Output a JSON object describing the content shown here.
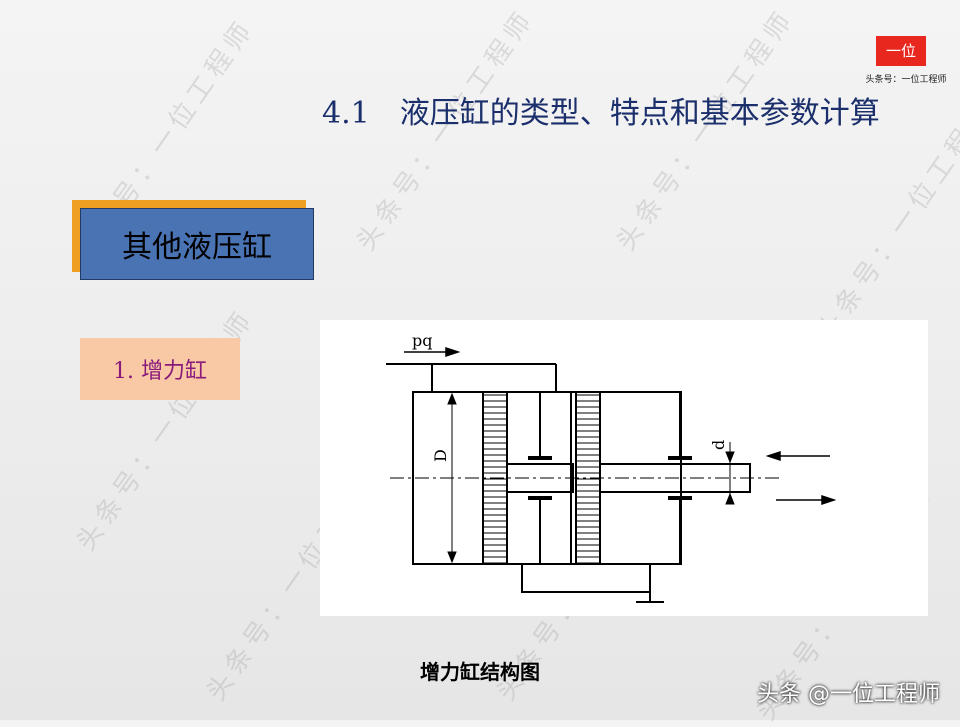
{
  "header": {
    "title": "4.1　液压缸的类型、特点和基本参数计算"
  },
  "logo": {
    "text": "一位",
    "subtitle": "头条号：一位工程师"
  },
  "section": {
    "label": "其他液压缸"
  },
  "subsection": {
    "label": "1. 增力缸"
  },
  "diagram": {
    "labels": {
      "pq": "pq",
      "D": "D",
      "d": "d"
    },
    "caption": "增力缸结构图"
  },
  "watermark": {
    "text": "头条号：一位工程师"
  },
  "credit": {
    "text": "头条 @一位工程师"
  },
  "colors": {
    "title": "#1a2f6b",
    "section_fill": "#4a73b4",
    "section_shadow": "#f0a020",
    "subsection_fill": "#f9c9a6",
    "subsection_text": "#8a1a7c",
    "logo": "#e8281e"
  }
}
